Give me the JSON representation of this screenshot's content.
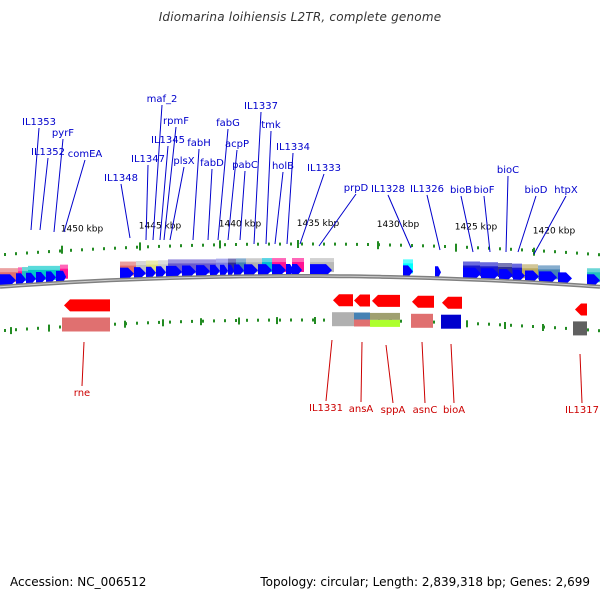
{
  "title": "Idiomarina loihiensis L2TR, complete genome",
  "footer": {
    "accession": "Accession: NC_006512",
    "stats": "Topology: circular; Length: 2,839,318 bp; Genes: 2,699"
  },
  "colors": {
    "forward_label": "#0000cc",
    "reverse_label": "#cc0000",
    "forward_gene": "#0000ff",
    "reverse_gene": "#ff0000",
    "backbone": "#808080",
    "tick": "#228b22"
  },
  "scale_ticks": [
    {
      "label": "1450 kbp"
    },
    {
      "label": "1445 kbp"
    },
    {
      "label": "1440 kbp"
    },
    {
      "label": "1435 kbp"
    },
    {
      "label": "1430 kbp"
    },
    {
      "label": "1425 kbp"
    },
    {
      "label": "1420 kbp"
    }
  ],
  "forward_labels": [
    {
      "text": "IL1353"
    },
    {
      "text": "IL1352"
    },
    {
      "text": "pyrF"
    },
    {
      "text": "comEA"
    },
    {
      "text": "IL1348"
    },
    {
      "text": "IL1347"
    },
    {
      "text": "maf_2"
    },
    {
      "text": "IL1345"
    },
    {
      "text": "rpmF"
    },
    {
      "text": "plsX"
    },
    {
      "text": "fabH"
    },
    {
      "text": "fabD"
    },
    {
      "text": "fabG"
    },
    {
      "text": "acpP"
    },
    {
      "text": "pabC"
    },
    {
      "text": "IL1337"
    },
    {
      "text": "tmk"
    },
    {
      "text": "holB"
    },
    {
      "text": "IL1334"
    },
    {
      "text": "IL1333"
    },
    {
      "text": "prpD"
    },
    {
      "text": "IL1328"
    },
    {
      "text": "IL1326"
    },
    {
      "text": "bioB"
    },
    {
      "text": "bioF"
    },
    {
      "text": "bioC"
    },
    {
      "text": "bioD"
    },
    {
      "text": "htpX"
    }
  ],
  "reverse_labels": [
    {
      "text": "rne"
    },
    {
      "text": "IL1331"
    },
    {
      "text": "ansA"
    },
    {
      "text": "sppA"
    },
    {
      "text": "asnC"
    },
    {
      "text": "bioA"
    },
    {
      "text": "IL1317"
    }
  ]
}
